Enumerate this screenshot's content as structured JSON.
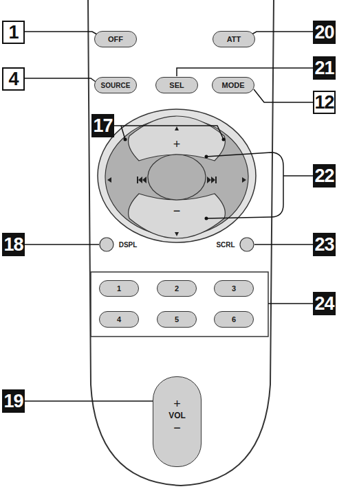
{
  "diagram": {
    "nodes": [
      {
        "text": [
          "OFF"
        ]
      },
      {
        "text": [
          "ATT"
        ]
      },
      {
        "text": [
          "SOURCE"
        ]
      },
      {
        "text": [
          "SEL"
        ]
      },
      {
        "text": [
          "MODE"
        ]
      },
      {
        "text": [
          "+"
        ]
      },
      {
        "text": [
          "−"
        ]
      },
      {
        "text": [
          "DSPL"
        ]
      },
      {
        "text": [
          "SCRL"
        ]
      },
      {
        "text": [
          "1"
        ]
      },
      {
        "text": [
          "2"
        ]
      },
      {
        "text": [
          "3"
        ]
      },
      {
        "text": [
          "4"
        ]
      },
      {
        "text": [
          "5"
        ]
      },
      {
        "text": [
          "6"
        ]
      },
      {
        "text": [
          "+",
          "VOL",
          "−"
        ]
      }
    ],
    "labels": [
      "1",
      "20",
      "4",
      "21",
      "12",
      "17",
      "22",
      "18",
      "23",
      "24",
      "19"
    ]
  }
}
